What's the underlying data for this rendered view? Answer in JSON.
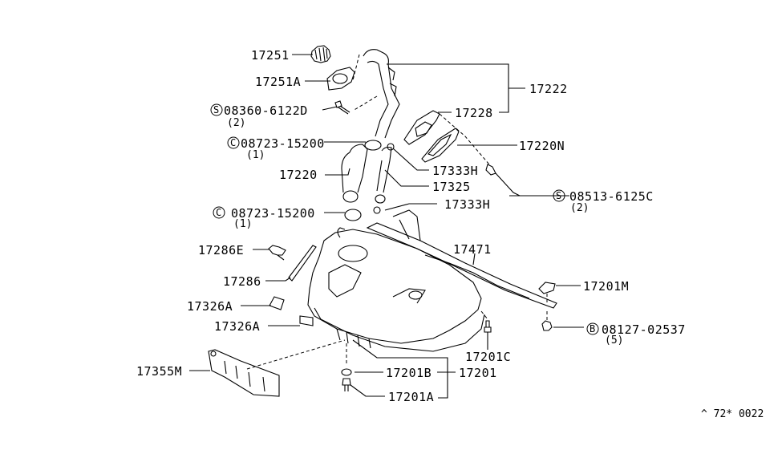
{
  "diagram": {
    "title": "Fuel Tank Parts Diagram",
    "reference_code": "^ 72* 0022",
    "parts": [
      {
        "id": "p17251",
        "label": "17251"
      },
      {
        "id": "p17251A",
        "label": "17251A"
      },
      {
        "id": "p08360",
        "symbol": "S",
        "label": "08360-6122D",
        "qty": "(2)"
      },
      {
        "id": "p08723a",
        "symbol": "C",
        "label": "08723-15200",
        "qty": "(1)"
      },
      {
        "id": "p17220",
        "label": "17220"
      },
      {
        "id": "p08723b",
        "symbol": "C",
        "label": "08723-15200",
        "qty": "(1)"
      },
      {
        "id": "p17286E",
        "label": "17286E"
      },
      {
        "id": "p17286",
        "label": "17286"
      },
      {
        "id": "p17326A1",
        "label": "17326A"
      },
      {
        "id": "p17326A2",
        "label": "17326A"
      },
      {
        "id": "p17355M",
        "label": "17355M"
      },
      {
        "id": "p17222",
        "label": "17222"
      },
      {
        "id": "p17228",
        "label": "17228"
      },
      {
        "id": "p17220N",
        "label": "17220N"
      },
      {
        "id": "p17333H1",
        "label": "17333H"
      },
      {
        "id": "p17325",
        "label": "17325"
      },
      {
        "id": "p08513",
        "symbol": "S",
        "label": "08513-6125C",
        "qty": "(2)"
      },
      {
        "id": "p17333H2",
        "label": "17333H"
      },
      {
        "id": "p17471",
        "label": "17471"
      },
      {
        "id": "p17201M",
        "label": "17201M"
      },
      {
        "id": "p08127",
        "symbol": "B",
        "label": "08127-02537",
        "qty": "(5)"
      },
      {
        "id": "p17201C",
        "label": "17201C"
      },
      {
        "id": "p17201B",
        "label": "17201B"
      },
      {
        "id": "p17201",
        "label": "17201"
      },
      {
        "id": "p17201A",
        "label": "17201A"
      }
    ]
  }
}
